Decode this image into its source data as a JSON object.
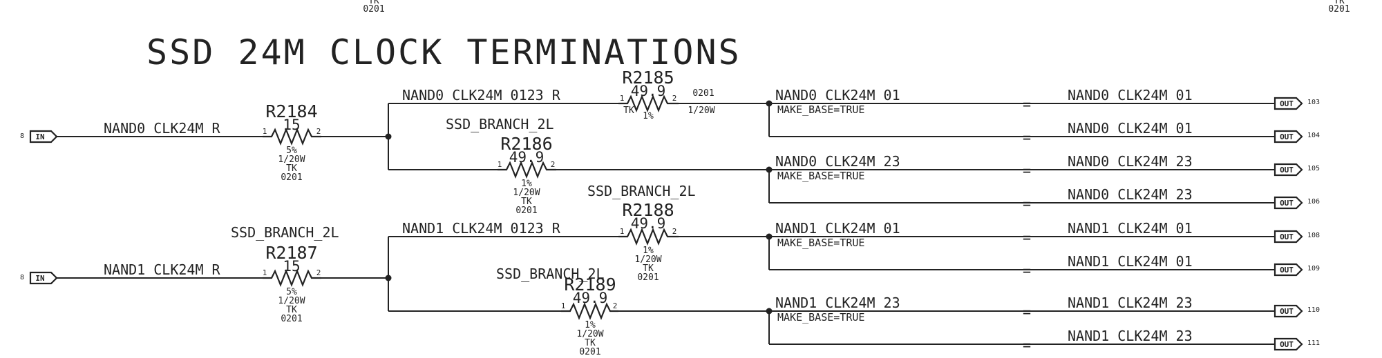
{
  "title": "SSD 24M CLOCK TERMINATIONS",
  "top_fragments": {
    "left": [
      "TK",
      "0201"
    ],
    "right": [
      "TK",
      "0201"
    ]
  },
  "inputs": [
    {
      "label": "IN",
      "xref": "8"
    },
    {
      "label": "IN",
      "xref": "8"
    }
  ],
  "nets": {
    "n0_in": "NAND0_CLK24M_R",
    "n1_in": "NAND1_CLK24M_R",
    "n0_upper": "NAND0_CLK24M_0123_R",
    "n1_upper": "NAND1_CLK24M_0123_R",
    "n0_01": "NAND0_CLK24M_01",
    "n0_23": "NAND0_CLK24M_23",
    "n1_01": "NAND1_CLK24M_01",
    "n1_23": "NAND1_CLK24M_23",
    "make_base": "MAKE_BASE=TRUE",
    "branch": "SSD_BRANCH_2L"
  },
  "resistors": {
    "r2184": {
      "ref": "R2184",
      "value": "15",
      "tol": "5%",
      "power": "1/20W",
      "tk": "TK",
      "pkg": "0201",
      "p1": "1",
      "p2": "2"
    },
    "r2185": {
      "ref": "R2185",
      "value": "49.9",
      "tol": "1%",
      "power": "1/20W",
      "tk": "TK",
      "pkg": "0201",
      "p1": "1",
      "p2": "2"
    },
    "r2186": {
      "ref": "R2186",
      "value": "49.9",
      "tol": "1%",
      "power": "1/20W",
      "tk": "TK",
      "pkg": "0201",
      "p1": "1",
      "p2": "2"
    },
    "r2187": {
      "ref": "R2187",
      "value": "15",
      "tol": "5%",
      "power": "1/20W",
      "tk": "TK",
      "pkg": "0201",
      "p1": "1",
      "p2": "2"
    },
    "r2188": {
      "ref": "R2188",
      "value": "49.9",
      "tol": "1%",
      "power": "1/20W",
      "tk": "TK",
      "pkg": "0201",
      "p1": "1",
      "p2": "2"
    },
    "r2189": {
      "ref": "R2189",
      "value": "49.9",
      "tol": "1%",
      "power": "1/20W",
      "tk": "TK",
      "pkg": "0201",
      "p1": "1",
      "p2": "2"
    }
  },
  "equals": "=",
  "outputs": [
    {
      "net": "NAND0_CLK24M_01",
      "label": "OUT",
      "xref": "103"
    },
    {
      "net": "NAND0_CLK24M_01",
      "label": "OUT",
      "xref": "104"
    },
    {
      "net": "NAND0_CLK24M_23",
      "label": "OUT",
      "xref": "105"
    },
    {
      "net": "NAND0_CLK24M_23",
      "label": "OUT",
      "xref": "106"
    },
    {
      "net": "NAND1_CLK24M_01",
      "label": "OUT",
      "xref": "108"
    },
    {
      "net": "NAND1_CLK24M_01",
      "label": "OUT",
      "xref": "109"
    },
    {
      "net": "NAND1_CLK24M_23",
      "label": "OUT",
      "xref": "110"
    },
    {
      "net": "NAND1_CLK24M_23",
      "label": "OUT",
      "xref": "111"
    }
  ]
}
